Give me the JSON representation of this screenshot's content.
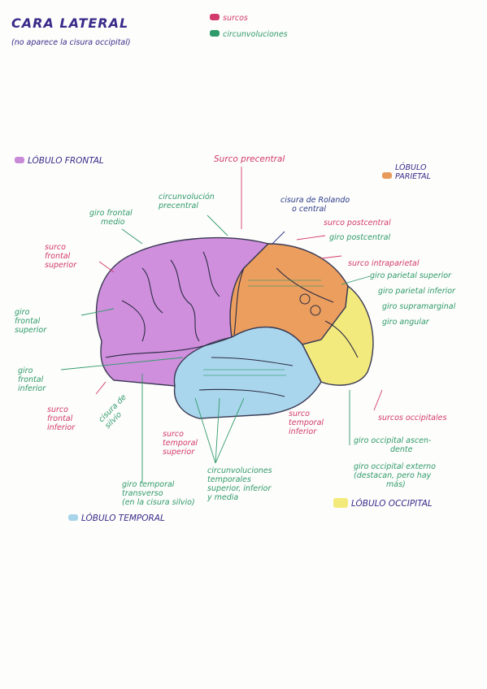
{
  "header": {
    "title": "CARA LATERAL",
    "subtitle": "(no aparece la cisura occipital)"
  },
  "legend": [
    {
      "label": "surcos",
      "color": "#d23a6a"
    },
    {
      "label": "circunvoluciones",
      "color": "#2f9a6a"
    }
  ],
  "lobes": {
    "frontal": {
      "label": "LÓBULO FRONTAL",
      "color": "#c98ad8"
    },
    "parietal": {
      "label": "LÓBULO PARIETAL",
      "color": "#e89a5a"
    },
    "temporal": {
      "label": "LÓBULO TEMPORAL",
      "color": "#a8d4ea"
    },
    "occipital": {
      "label": "LÓBULO OCCIPITAL",
      "color": "#f2ea7a"
    }
  },
  "labels": {
    "surco_precentral": "Surco precentral",
    "circ_precentral": [
      "circunvolución",
      "precentral"
    ],
    "cisura_rolando": [
      "cisura de Rolando",
      "o central"
    ],
    "surco_postcentral": "surco postcentral",
    "giro_postcentral": "giro postcentral",
    "giro_frontal_medio": [
      "giro frontal",
      "medio"
    ],
    "surco_frontal_superior": [
      "surco",
      "frontal",
      "superior"
    ],
    "giro_frontal_superior": [
      "giro",
      "frontal",
      "superior"
    ],
    "giro_frontal_inferior": [
      "giro",
      "frontal",
      "inferior"
    ],
    "surco_frontal_inferior": [
      "surco",
      "frontal",
      "inferior"
    ],
    "cisura_silvio": [
      "cisura de",
      "silvio"
    ],
    "surco_intraparietal": "surco intraparietal",
    "giro_parietal_superior": "giro parietal superior",
    "giro_parietal_inferior": "giro parietal inferior",
    "giro_supramarginal": "giro supramarginal",
    "giro_angular": "giro angular",
    "surcos_occipitales": "surcos occipitales",
    "giro_occipital_ascendente": [
      "giro occipital ascen-",
      "dente"
    ],
    "giro_occipital_externo": [
      "giro occipital externo",
      "(destacan, pero hay",
      "más)"
    ],
    "surco_temporal_superior": [
      "surco",
      "temporal",
      "superior"
    ],
    "surco_temporal_inferior": [
      "surco",
      "temporal",
      "inferior"
    ],
    "circ_temporales": [
      "circunvoluciones",
      "temporales",
      "superior, inferior",
      "y media"
    ],
    "giro_temporal_transverso": [
      "giro temporal",
      "transverso",
      "(en la cisura silvio)"
    ]
  }
}
